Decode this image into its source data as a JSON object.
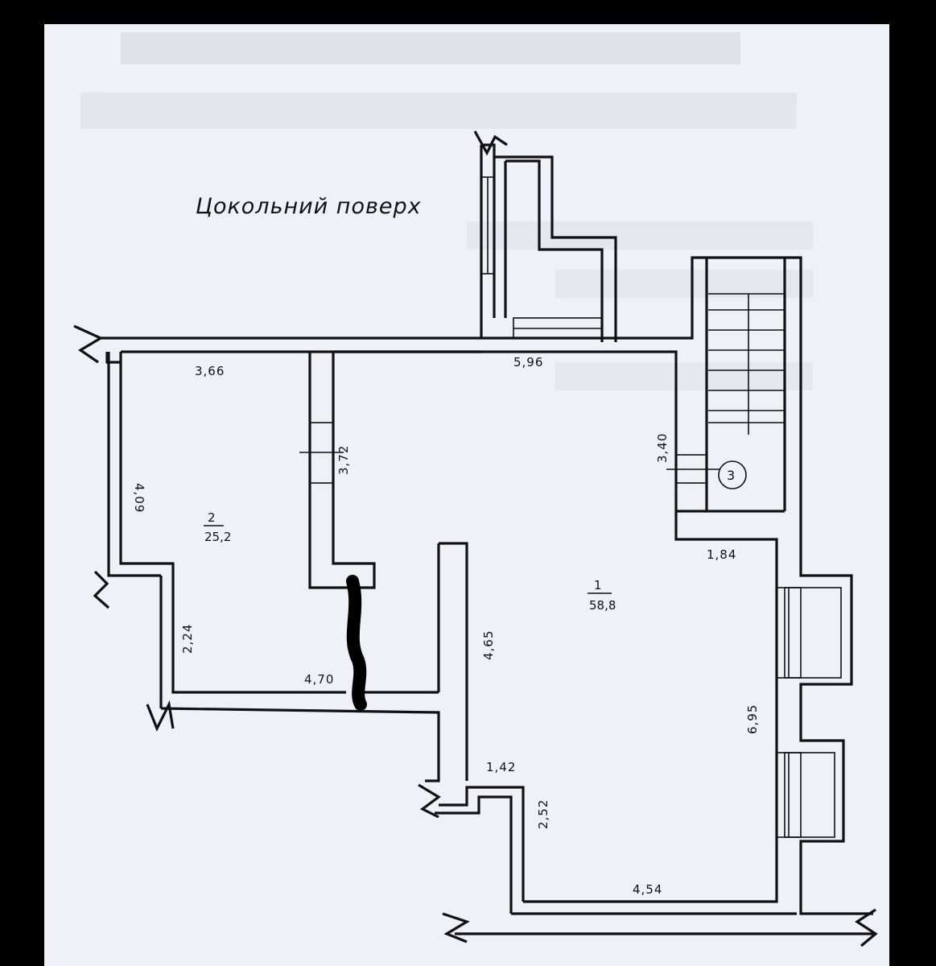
{
  "floor_label": "Цокольний поверх",
  "rooms": [
    {
      "number": "1",
      "area": "58,8"
    },
    {
      "number": "2",
      "area": "25,2"
    }
  ],
  "stair_marker": "3",
  "dimensions": {
    "d366": "3,66",
    "d596": "5,96",
    "d409": "4,09",
    "d372": "3,72",
    "d340": "3,40",
    "d184": "1,84",
    "d224": "2,24",
    "d470": "4,70",
    "d465": "4,65",
    "d695": "6,95",
    "d142": "1,42",
    "d252": "2,52",
    "d454": "4,54"
  },
  "colors": {
    "paper": "#eef1f8",
    "ink": "#111111",
    "background": "#000000"
  }
}
